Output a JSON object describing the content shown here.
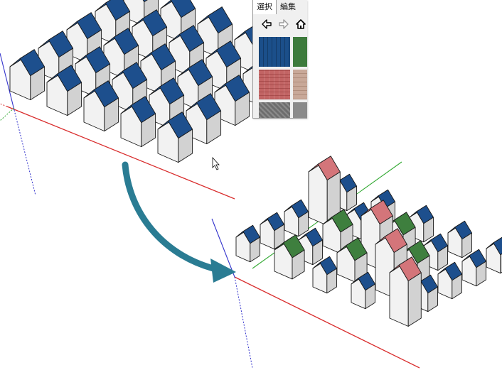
{
  "window": {
    "tabs": [
      {
        "label": "選択",
        "active": true
      },
      {
        "label": "編集",
        "active": false
      }
    ],
    "nav_icons": [
      "back-arrow-icon",
      "forward-arrow-icon",
      "home-icon"
    ],
    "swatches": [
      {
        "name": "blue-roof-material",
        "color": "#1b4f8a"
      },
      {
        "name": "green-roof-material",
        "color": "#3d7a3c"
      },
      {
        "name": "red-roof-material",
        "color": "#c26464"
      },
      {
        "name": "tile-roof-material",
        "color": "#c8a898"
      },
      {
        "name": "stone-material",
        "color": "#6e6e6e"
      },
      {
        "name": "gray-material",
        "color": "#8a8a8a"
      }
    ]
  },
  "colors": {
    "roof_blue": "#1d4f8d",
    "roof_green": "#3e7f3e",
    "roof_red": "#d4757a",
    "wall_light": "#f2f2f2",
    "wall_shade": "#d2d2d2",
    "arrow": "#2a7c93",
    "axis_red": "#d92e2e",
    "axis_green": "#33a933",
    "axis_blue": "#3333cc"
  }
}
